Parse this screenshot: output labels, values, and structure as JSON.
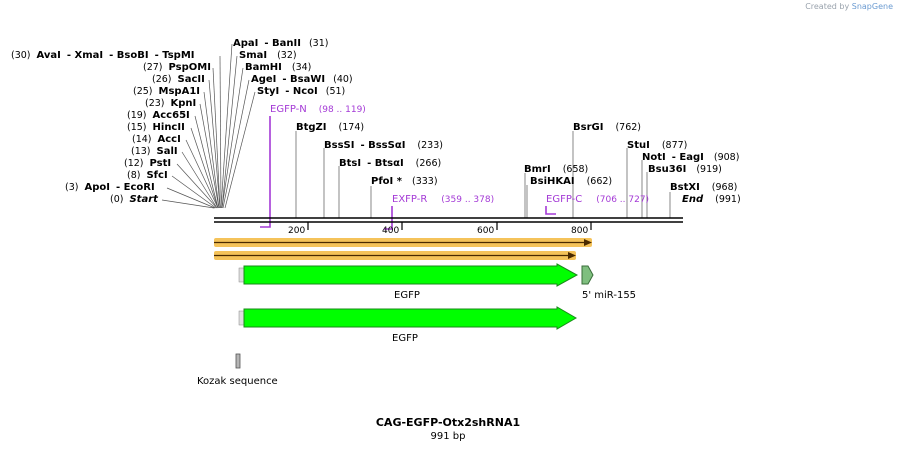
{
  "branding": {
    "created_by": "Created by",
    "app": "SnapGene"
  },
  "map": {
    "title": "CAG-EGFP-Otx2shRNA1",
    "length_label": "991 bp",
    "length": 991,
    "ticks": [
      "200",
      "400",
      "600",
      "800"
    ],
    "colors": {
      "backbone": "#000000",
      "primer": "#a43ad6",
      "arrow_fill": "#00ff00",
      "arrow_stroke": "#1a8a1a",
      "orf": "#f5c35a",
      "gene_small": "#7fbf7f"
    }
  },
  "sites_left": [
    {
      "pos": "(30)",
      "names": [
        "AvaI",
        "XmaI",
        "BsoBI",
        "TspMI"
      ]
    },
    {
      "pos": "(27)",
      "names": [
        "PspOMI"
      ]
    },
    {
      "pos": "(26)",
      "names": [
        "SacII"
      ]
    },
    {
      "pos": "(25)",
      "names": [
        "MspA1I"
      ]
    },
    {
      "pos": "(23)",
      "names": [
        "KpnI"
      ]
    },
    {
      "pos": "(19)",
      "names": [
        "Acc65I"
      ]
    },
    {
      "pos": "(15)",
      "names": [
        "HincII"
      ]
    },
    {
      "pos": "(14)",
      "names": [
        "AccI"
      ]
    },
    {
      "pos": "(13)",
      "names": [
        "SalI"
      ]
    },
    {
      "pos": "(12)",
      "names": [
        "PstI"
      ]
    },
    {
      "pos": "(8)",
      "names": [
        "SfcI"
      ]
    },
    {
      "pos": "(3)",
      "names": [
        "ApoI",
        "EcoRI"
      ]
    },
    {
      "pos": "(0)",
      "names": [
        "Start"
      ]
    }
  ],
  "sites_top": [
    {
      "names": [
        "ApaI",
        "BanII"
      ],
      "pos": "(31)"
    },
    {
      "names": [
        "SmaI"
      ],
      "pos": "(32)"
    },
    {
      "names": [
        "BamHI"
      ],
      "pos": "(34)"
    },
    {
      "names": [
        "AgeI",
        "BsaWI"
      ],
      "pos": "(40)"
    },
    {
      "names": [
        "StyI",
        "NcoI"
      ],
      "pos": "(51)"
    }
  ],
  "sites_right": [
    {
      "names": [
        "BtgZI"
      ],
      "pos": "(174)"
    },
    {
      "names": [
        "BssSI",
        "BssSαI"
      ],
      "pos": "(233)"
    },
    {
      "names": [
        "BtsI",
        "BtsαI"
      ],
      "pos": "(266)"
    },
    {
      "names": [
        "PfoI *"
      ],
      "pos": "(333)"
    },
    {
      "names": [
        "BsrGI"
      ],
      "pos": "(762)"
    },
    {
      "names": [
        "BmrI"
      ],
      "pos": "(658)"
    },
    {
      "names": [
        "BsiHKAI"
      ],
      "pos": "(662)"
    },
    {
      "names": [
        "StuI"
      ],
      "pos": "(877)"
    },
    {
      "names": [
        "NotI",
        "EagI"
      ],
      "pos": "(908)"
    },
    {
      "names": [
        "Bsu36I"
      ],
      "pos": "(919)"
    },
    {
      "names": [
        "BstXI"
      ],
      "pos": "(968)"
    },
    {
      "names": [
        "End"
      ],
      "pos": "(991)"
    }
  ],
  "primers": [
    {
      "name": "EGFP-N",
      "range": "(98 .. 119)"
    },
    {
      "name": "EXFP-R",
      "range": "(359 .. 378)"
    },
    {
      "name": "EGFP-C",
      "range": "(706 .. 727)"
    }
  ],
  "features": {
    "egfp_main": "EGFP",
    "mir": "5' miR-155",
    "egfp_second": "EGFP",
    "kozak": "Kozak sequence"
  }
}
